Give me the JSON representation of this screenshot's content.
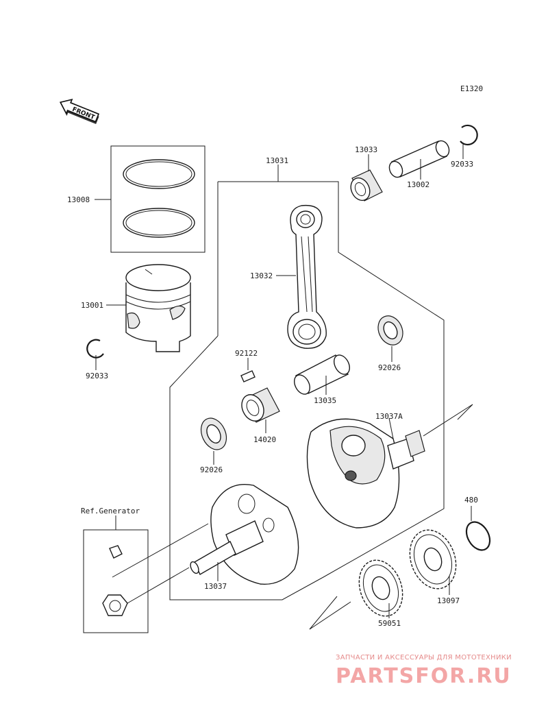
{
  "diagram_code": "E1320",
  "front_label": "FRONT",
  "ref_generator": "Ref.Generator",
  "parts": {
    "p13008": "13008",
    "p13001": "13001",
    "p92033_left": "92033",
    "p13031": "13031",
    "p13033": "13033",
    "p13002": "13002",
    "p92033_right": "92033",
    "p13032": "13032",
    "p92122": "92122",
    "p92026_right": "92026",
    "p13035": "13035",
    "p14020": "14020",
    "p92026_left": "92026",
    "p13037A": "13037A",
    "p480": "480",
    "p13037": "13037",
    "p13097": "13097",
    "p59051": "59051"
  },
  "watermark": {
    "tagline": "ЗАПЧАСТИ И АКСЕССУАРЫ ДЛЯ МОТОТЕХНИКИ",
    "logo": "PARTSFOR.RU"
  },
  "colors": {
    "line": "#1a1a1a",
    "watermark": "#f3a6a6"
  }
}
